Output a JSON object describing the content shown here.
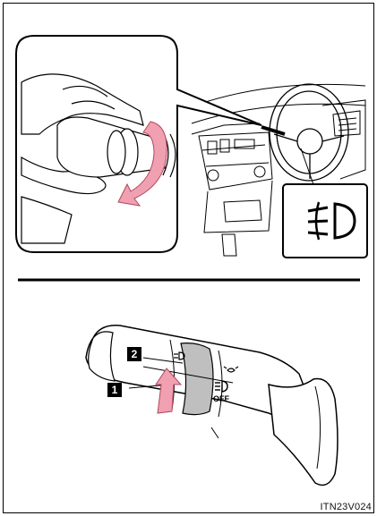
{
  "figure_code": "ITN23V024",
  "callouts": {
    "one": "1",
    "two": "2"
  },
  "switch_labels": {
    "off": "OFF"
  },
  "icons": [
    "front-fog-light-icon",
    "headlight-icon",
    "parking-light-icon"
  ],
  "colors": {
    "arrow": "#f0a0b0",
    "arrow_stroke": "#b0485e",
    "band": "#bfbfbf",
    "line": "#000000"
  }
}
